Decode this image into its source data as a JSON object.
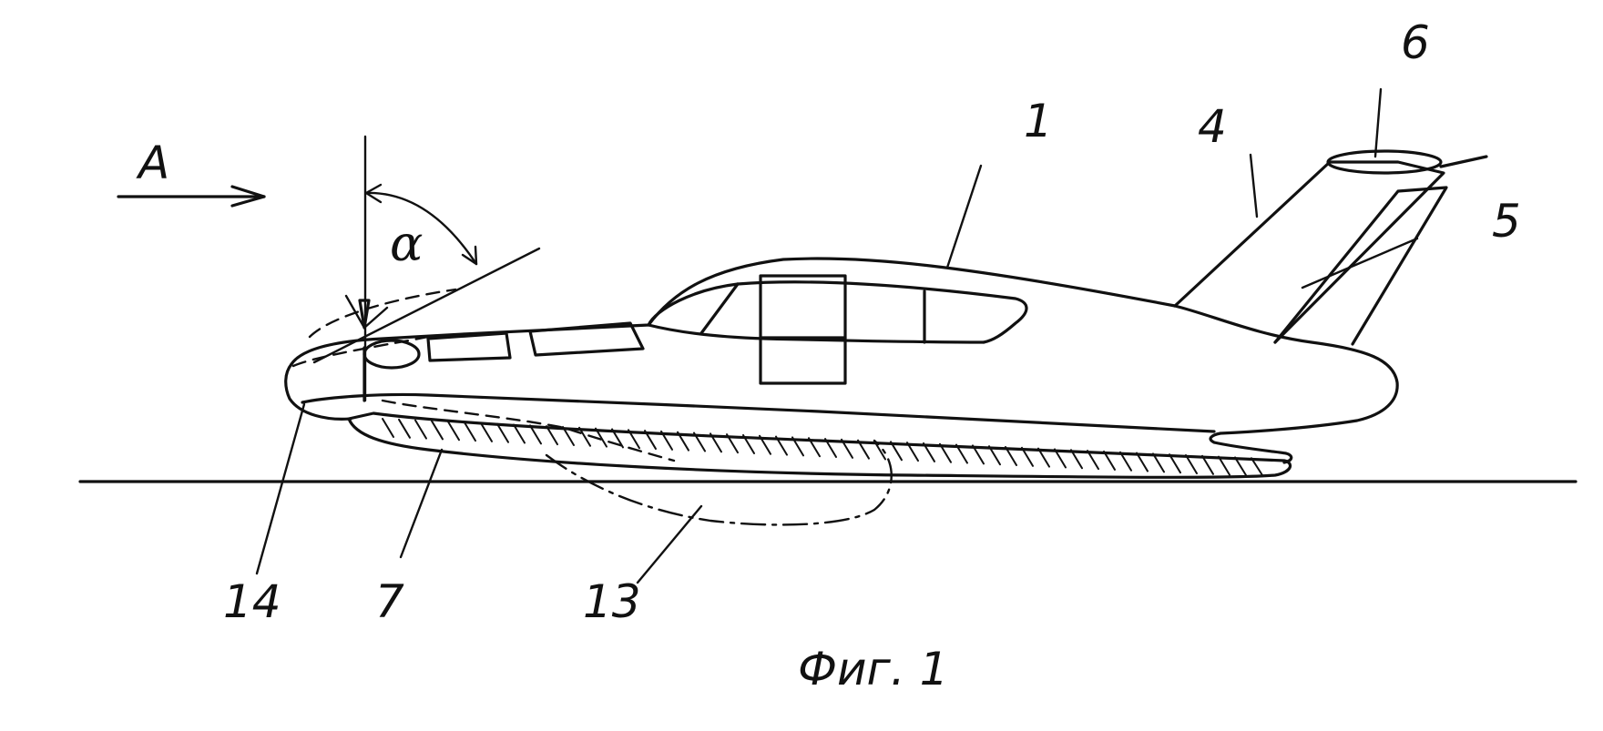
{
  "labels": {
    "direction": "A",
    "angle": "α",
    "body": "1",
    "fin": "4",
    "rudder": "5",
    "tip": "6",
    "skid": "7",
    "cushion": "13",
    "nose": "14"
  },
  "caption": "Фиг. 1"
}
